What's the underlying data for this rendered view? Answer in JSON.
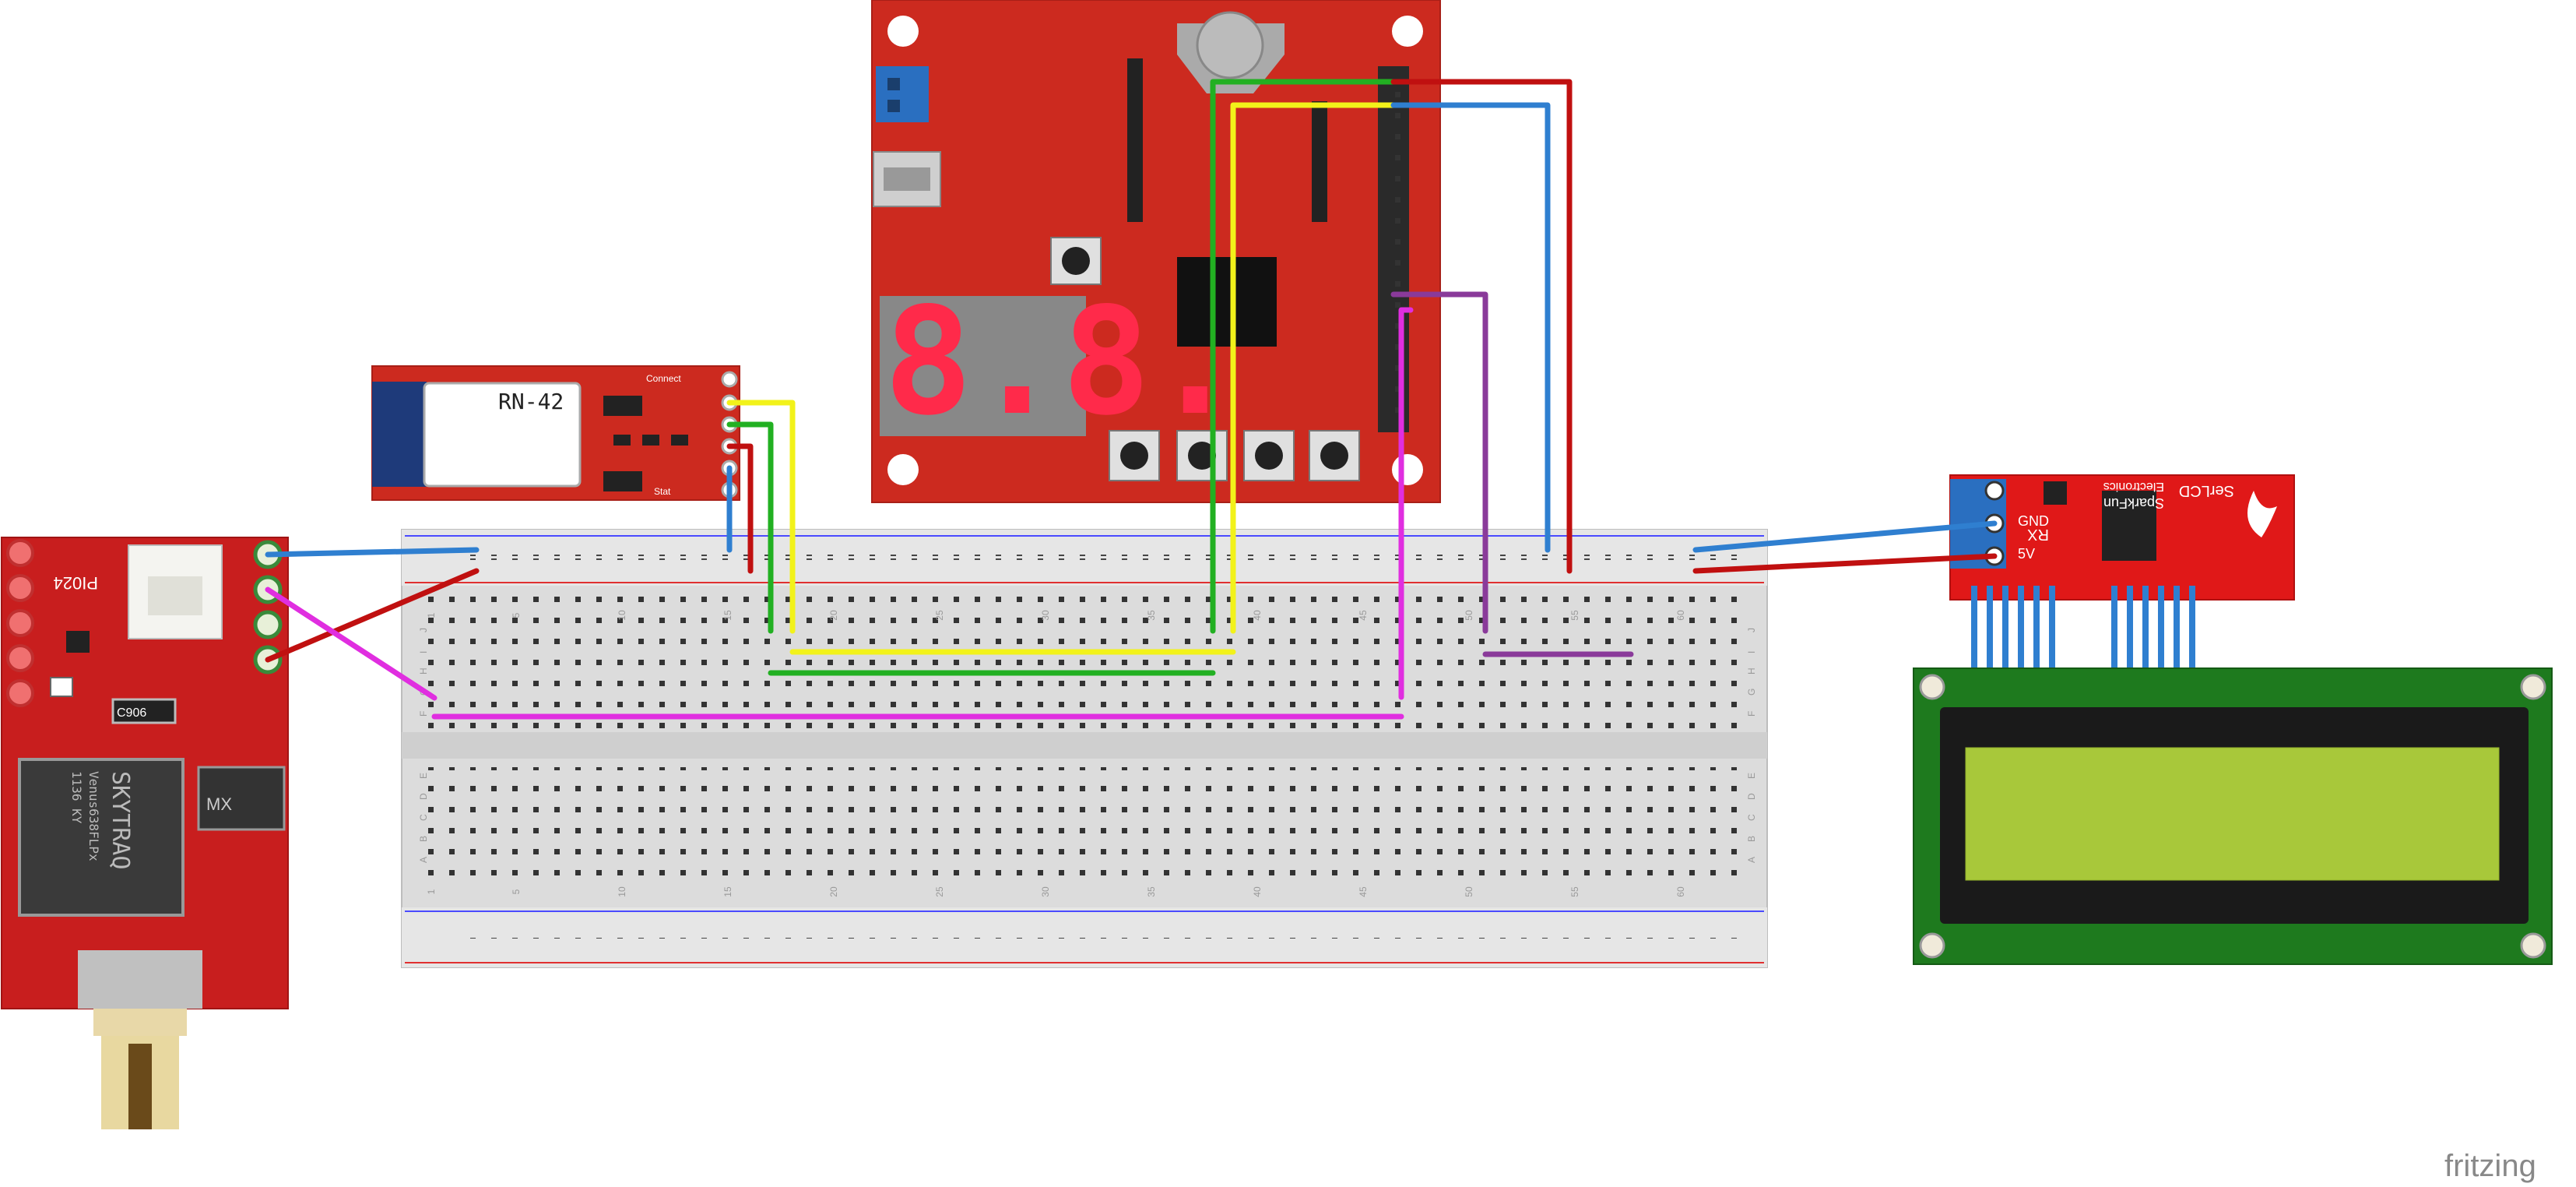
{
  "rn42": {
    "label": "RN-42",
    "connect_label": "Connect",
    "stat_label": "Stat"
  },
  "gps": {
    "part_number": "PI024",
    "chip_line1": "SKYTRAQ",
    "chip_line2": "Venus638FLPx",
    "chip_line3": "1136 KY",
    "cap_label": "C906",
    "mx_label": "MX"
  },
  "devboard": {
    "display_text": "8.8."
  },
  "breadboard": {
    "column_numbers": [
      "1",
      "5",
      "10",
      "15",
      "20",
      "25",
      "30",
      "35",
      "40",
      "45",
      "50",
      "55",
      "60"
    ],
    "row_letters_top": [
      "J",
      "I",
      "H",
      "G",
      "F"
    ],
    "row_letters_bottom": [
      "E",
      "D",
      "C",
      "B",
      "A"
    ]
  },
  "serlcd": {
    "brand": "SparkFun",
    "brand_sub": "Electronics",
    "product": "SerLCD",
    "pin_rx": "RX",
    "pin_gnd": "GND",
    "pin_5v": "5V"
  },
  "watermark": {
    "text": "fritzing"
  },
  "colors": {
    "board_red": "#cc2a1f",
    "wire_blue": "#2f7fd0",
    "wire_red": "#c01010",
    "wire_green": "#22b022",
    "wire_yellow": "#f2f21a",
    "wire_magenta": "#e02ee0",
    "wire_purple": "#8a3a9a",
    "lcd_green": "#1e7a1e",
    "lcd_screen": "#a8c83a"
  }
}
